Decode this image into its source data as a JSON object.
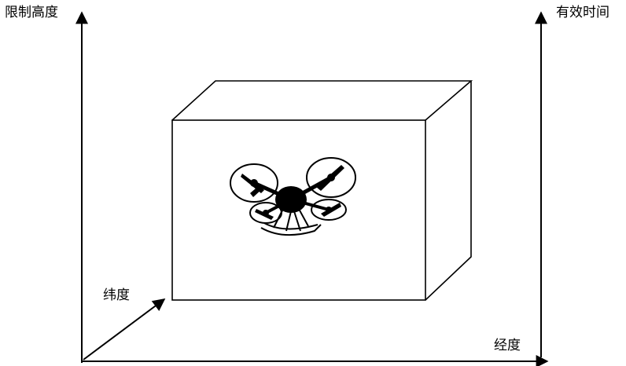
{
  "labels": {
    "height_axis": "限制高度",
    "time_axis": "有效时间",
    "latitude_axis": "纬度",
    "longitude_axis": "经度"
  },
  "icons": {
    "drone": "drone-icon"
  },
  "colors": {
    "line": "#000000",
    "background": "#ffffff"
  }
}
